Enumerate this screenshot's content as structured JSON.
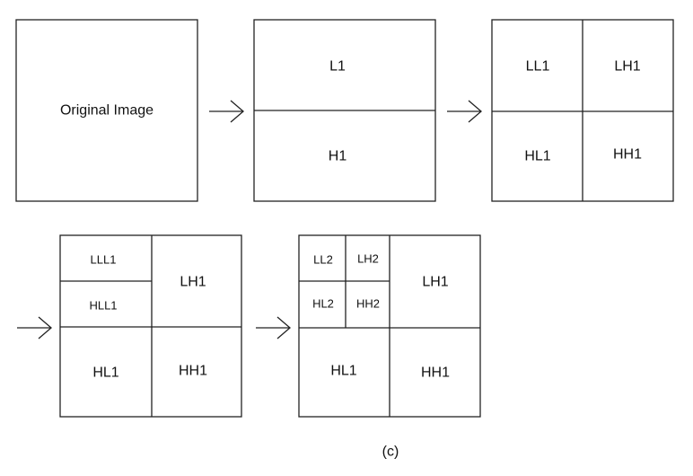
{
  "colors": {
    "line": "#222222",
    "text": "#111111",
    "background": "#ffffff"
  },
  "panel1": {
    "label": "Original Image"
  },
  "panel2": {
    "top": "L1",
    "bottom": "H1"
  },
  "panel3": {
    "tl": "LL1",
    "tr": "LH1",
    "bl": "HL1",
    "br": "HH1"
  },
  "panel4": {
    "tl_top": "LLL1",
    "tl_bottom": "HLL1",
    "tr": "LH1",
    "bl": "HL1",
    "br": "HH1"
  },
  "panel5": {
    "ll2": "LL2",
    "lh2": "LH2",
    "hl2": "HL2",
    "hh2": "HH2",
    "tr": "LH1",
    "bl": "HL1",
    "br": "HH1"
  },
  "caption": "(c)"
}
